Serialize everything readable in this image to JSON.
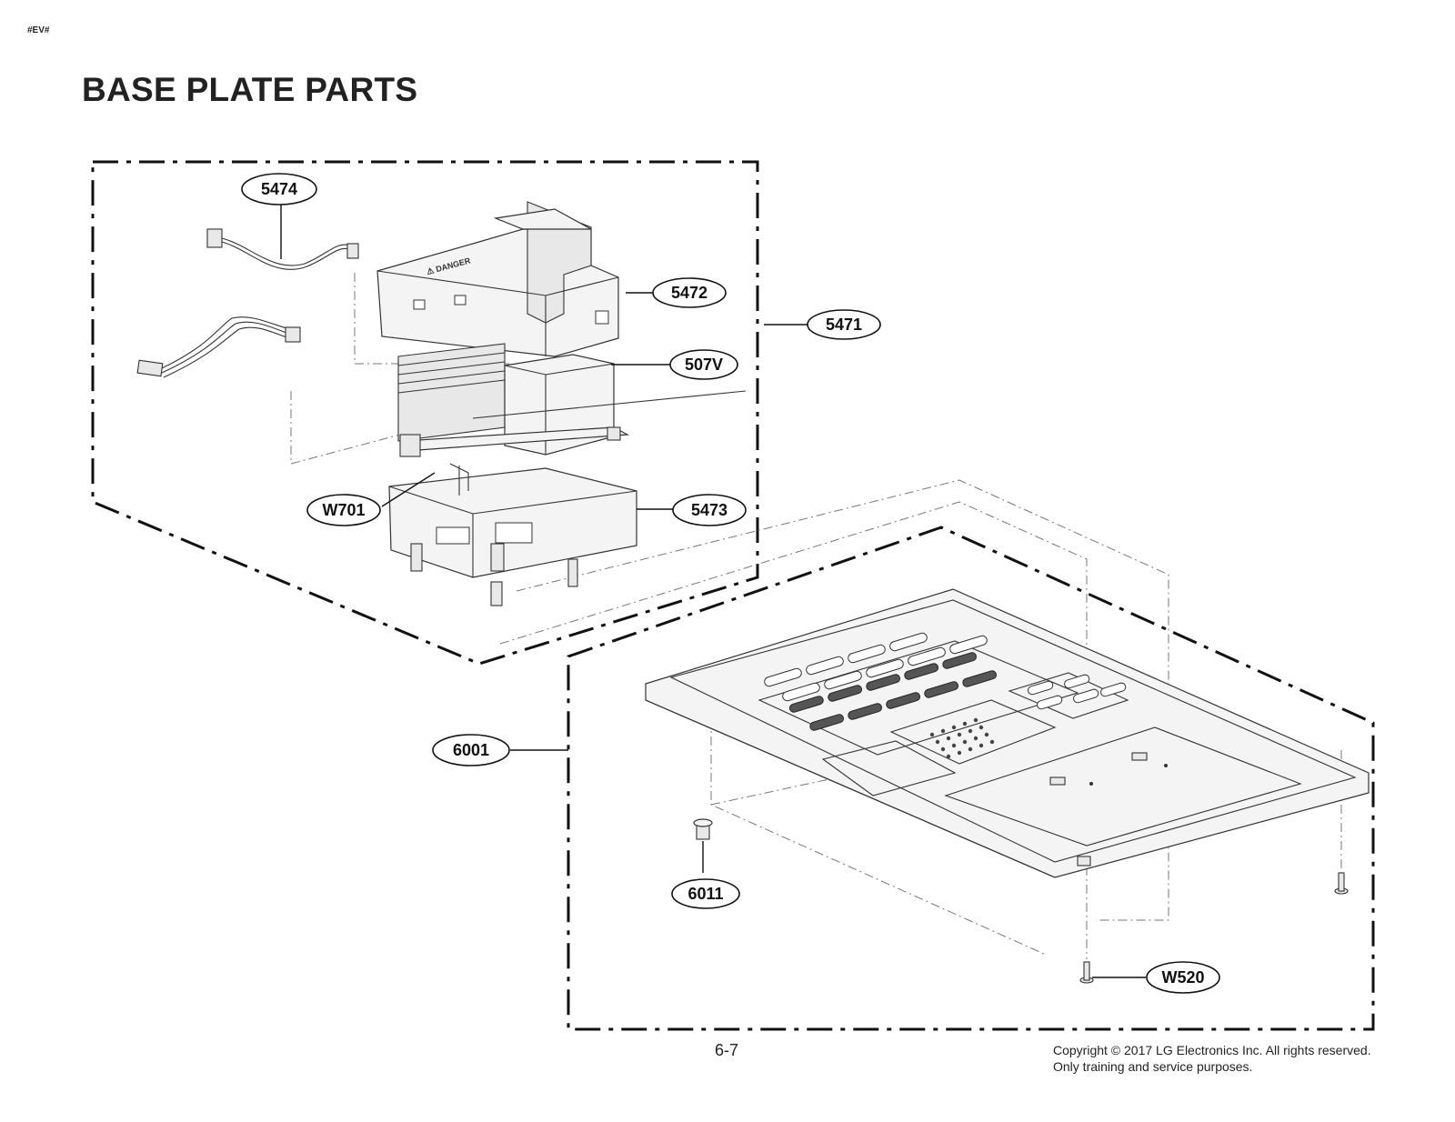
{
  "page": {
    "tag": "#EV#",
    "title": "BASE PLATE PARTS",
    "page_number": "6-7",
    "copyright_line1": "Copyright © 2017 LG Electronics Inc. All rights reserved.",
    "copyright_line2": "Only training and service purposes."
  },
  "callouts": {
    "c5474": "5474",
    "c5472": "5472",
    "c5471": "5471",
    "c507V": "507V",
    "cW701": "W701",
    "c5473": "5473",
    "c6001": "6001",
    "c6011": "6011",
    "cW520": "W520"
  }
}
